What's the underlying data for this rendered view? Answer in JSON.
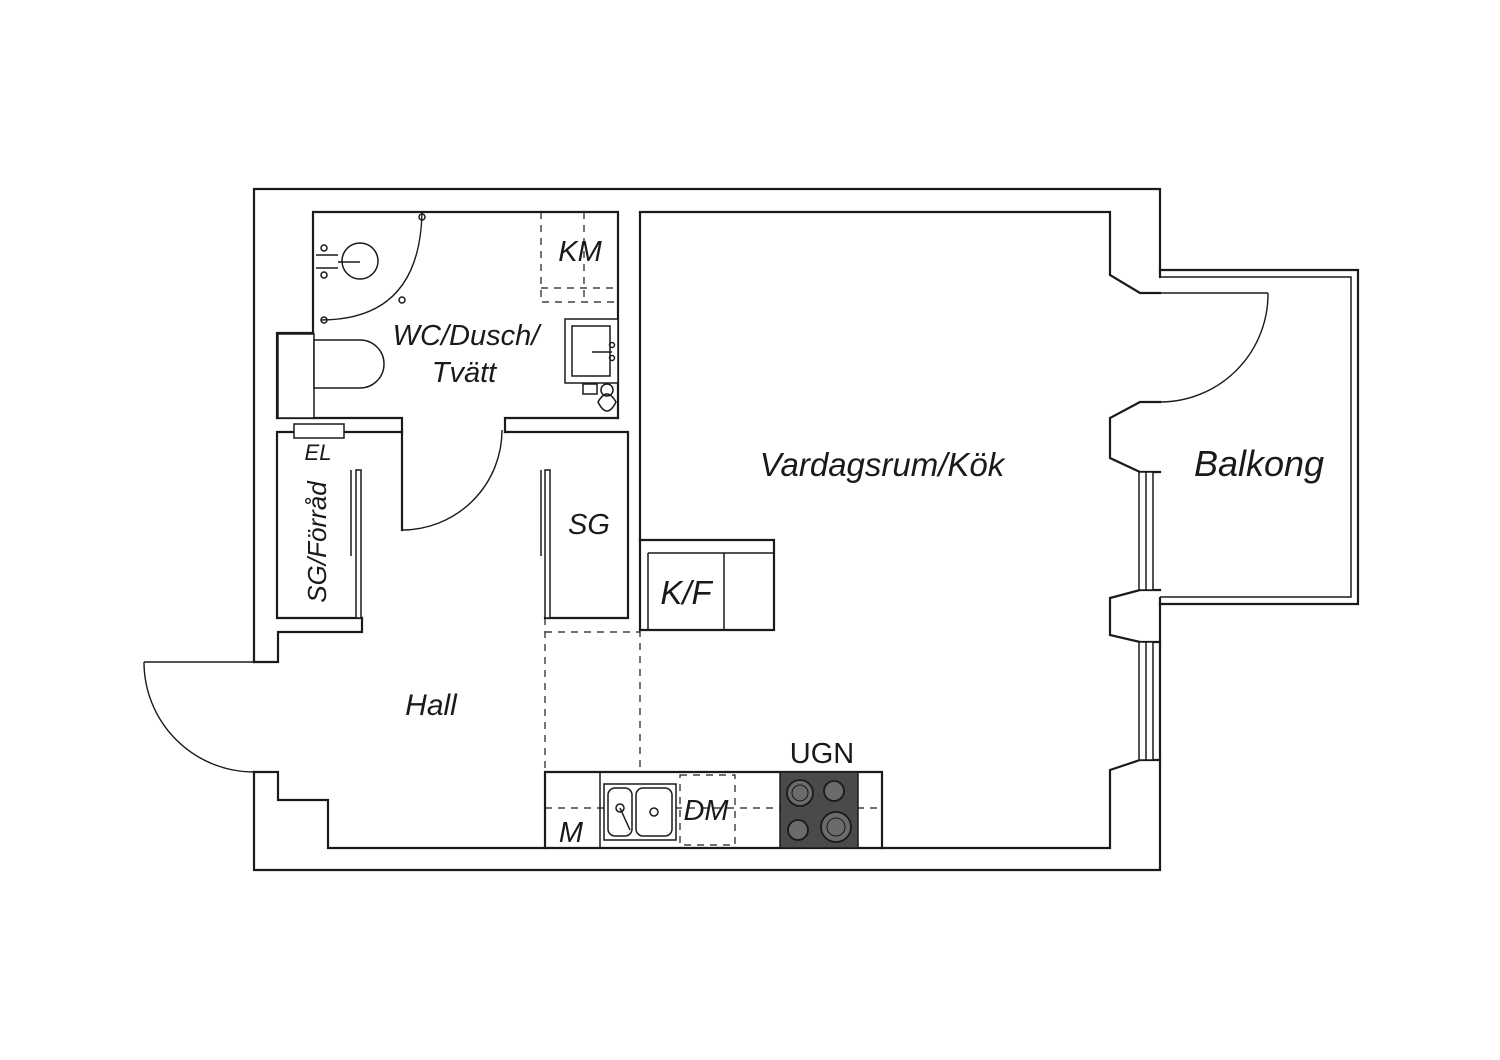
{
  "plan": {
    "rooms": {
      "living_kitchen": "Vardagsrum/Kök",
      "balcony": "Balkong",
      "bathroom_line1": "WC/Dusch/",
      "bathroom_line2": "Tvätt",
      "hall": "Hall",
      "wardrobe": "SG",
      "wardrobe_storage": "SG/Förråd"
    },
    "fixtures": {
      "washing_machine": "KM",
      "electrical": "EL",
      "fridge_freezer": "K/F",
      "oven": "UGN",
      "dishwasher": "DM",
      "microwave": "M"
    }
  }
}
